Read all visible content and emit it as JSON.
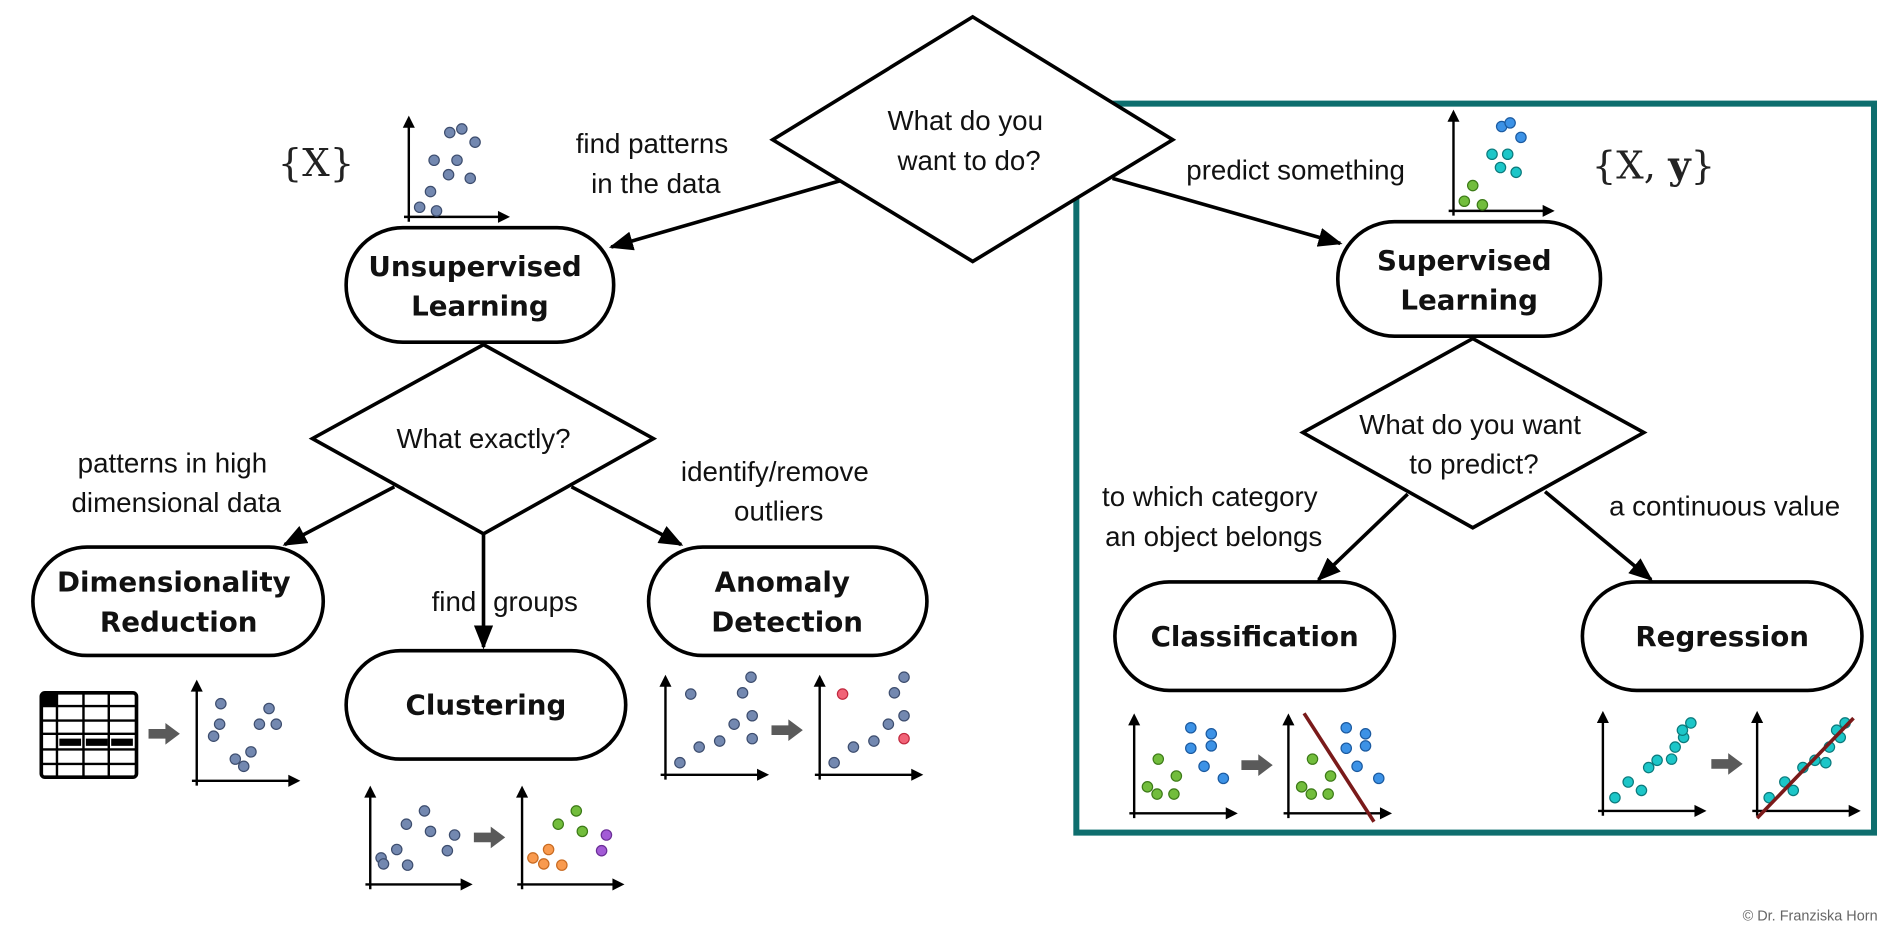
{
  "colors": {
    "highlight_border": "#0e6e6e",
    "dot_gray_blue": "#7388b0",
    "dot_gray_blue_stroke": "#3d4d6e",
    "dot_green": "#72bd3c",
    "dot_green_stroke": "#3c7a17",
    "dot_cyan": "#1cc6c8",
    "dot_cyan_stroke": "#0b7a7c",
    "dot_blue": "#3c92e6",
    "dot_blue_stroke": "#1b5aa0",
    "dot_orange": "#f99a4e",
    "dot_orange_stroke": "#c86a20",
    "dot_purple": "#a35bd6",
    "dot_purple_stroke": "#6a2e96",
    "dot_red": "#f16377",
    "dot_red_stroke": "#c0283e",
    "fit_line": "#7a1a1a",
    "transform_arrow": "#5a5a5a"
  },
  "nodes": {
    "root_question": [
      "What do you",
      "want to do?"
    ],
    "unsupervised": [
      "Unsupervised",
      "Learning"
    ],
    "supervised": [
      "Supervised",
      "Learning"
    ],
    "unsup_question": [
      "What exactly?"
    ],
    "sup_question": [
      "What do you want",
      "to predict?"
    ],
    "dim_reduction": [
      "Dimensionality",
      "Reduction"
    ],
    "clustering": [
      "Clustering"
    ],
    "anomaly": [
      "Anomaly",
      "Detection"
    ],
    "classification": [
      "Classification"
    ],
    "regression": [
      "Regression"
    ]
  },
  "edge_labels": {
    "find_patterns": [
      "find patterns",
      "in the data"
    ],
    "predict_something": [
      "predict something"
    ],
    "high_dim": [
      "patterns in high",
      "dimensional data"
    ],
    "find_groups_left": "find",
    "find_groups_right": "groups",
    "outliers": [
      "identify/remove",
      "outliers"
    ],
    "which_category": [
      "to which category",
      "an object belongs"
    ],
    "continuous": [
      "a continuous value"
    ]
  },
  "math": {
    "unsup_data": "{X}",
    "sup_data_prefix": "{X, ",
    "sup_data_bold": "y",
    "sup_data_suffix": "}"
  },
  "credit": "© Dr. Franziska Horn"
}
